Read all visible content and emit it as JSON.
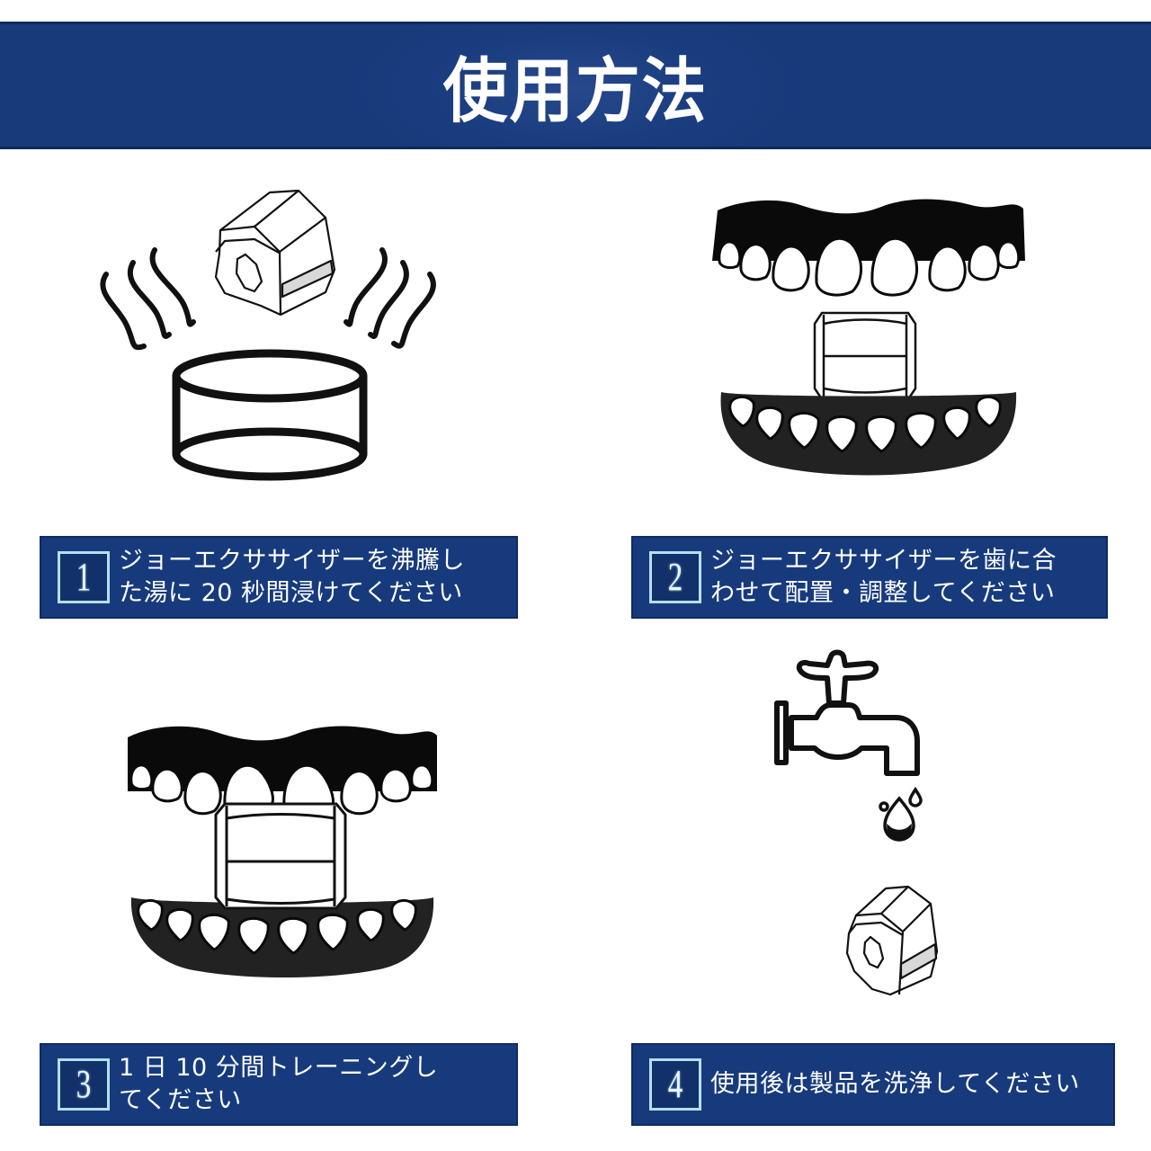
{
  "header": {
    "title": "使用方法"
  },
  "colors": {
    "band": "#173a7d",
    "band_edge": "#0e2a5c",
    "number_border": "#b4e0f4",
    "text": "#ffffff"
  },
  "steps": [
    {
      "number": "1",
      "lines": [
        "ジョーエクササイザーを沸騰し",
        "た湯に 20 秒間浸けてください"
      ],
      "illustration": "boiling-water-cup-with-exerciser"
    },
    {
      "number": "2",
      "lines": [
        "ジョーエクササイザーを歯に合",
        "わせて配置・調整してください"
      ],
      "illustration": "teeth-with-exerciser-between"
    },
    {
      "number": "3",
      "lines": [
        "1 日 10 分間トレーニングし",
        "てください"
      ],
      "illustration": "teeth-biting-exerciser"
    },
    {
      "number": "4",
      "lines": [
        "使用後は製品を洗浄してください"
      ],
      "illustration": "faucet-water-drop-exerciser"
    }
  ]
}
